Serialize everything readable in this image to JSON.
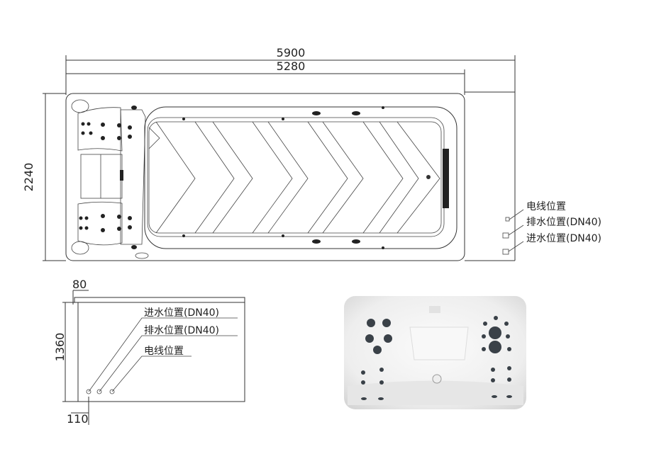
{
  "top_view": {
    "overall_length": "5900",
    "inner_length": "5280",
    "width": "2240",
    "labels": {
      "power": "电线位置",
      "drain": "排水位置(DN40)",
      "inlet": "进水位置(DN40)"
    }
  },
  "side_view": {
    "lip_height": "80",
    "height": "1360",
    "bottom_offset": "110",
    "labels": {
      "inlet": "进水位置(DN40)",
      "drain": "排水位置(DN40)",
      "power": "电线位置"
    }
  },
  "colors": {
    "line": "#333333",
    "shell": "#f2f2f2"
  }
}
